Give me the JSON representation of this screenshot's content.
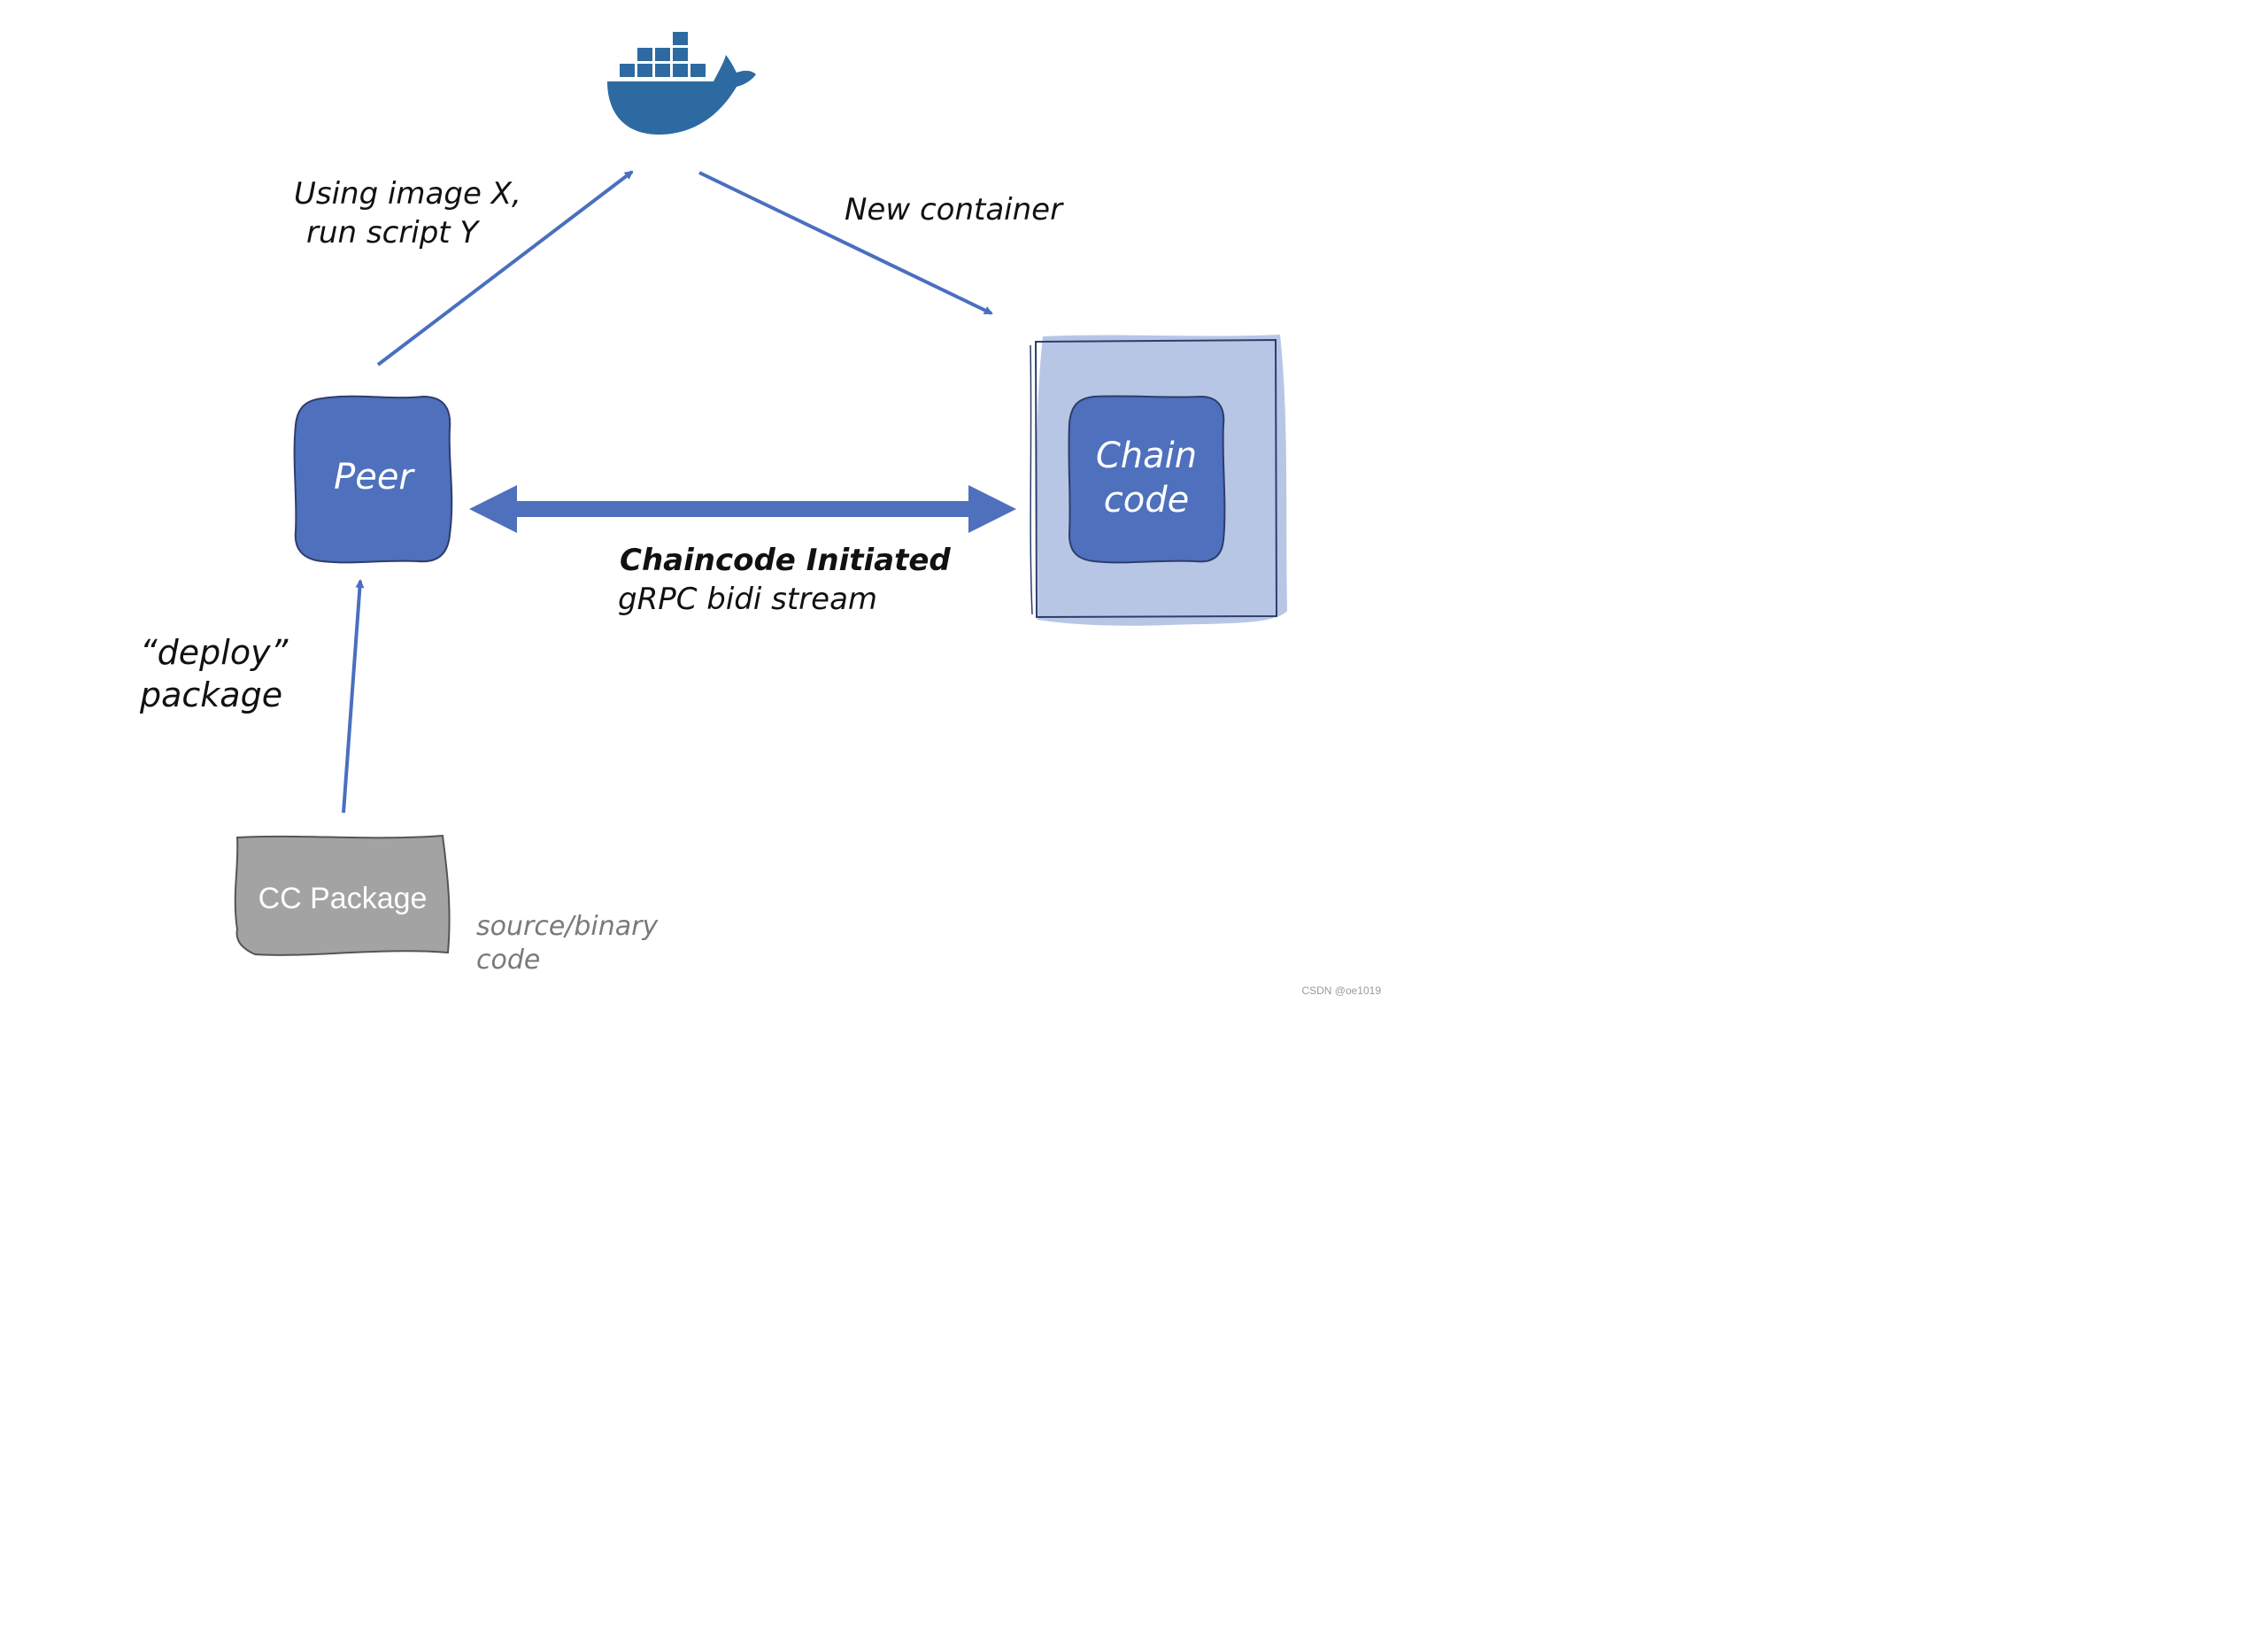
{
  "nodes": {
    "docker": {
      "icon": "docker-whale-icon"
    },
    "peer": {
      "label": "Peer"
    },
    "chaincode": {
      "label_line1": "Chain",
      "label_line2": "code"
    },
    "cc_package": {
      "label": "CC Package",
      "note_line1": "source/binary",
      "note_line2": "code"
    }
  },
  "edges": {
    "peer_to_docker": {
      "label_line1": "Using image X,",
      "label_line2": "run script Y"
    },
    "docker_to_chaincode": {
      "label": "New container"
    },
    "peer_chaincode_stream": {
      "label_line1": "Chaincode Initiated",
      "label_line2": "gRPC bidi stream"
    },
    "package_to_peer": {
      "label_line1": "“deploy”",
      "label_line2": "package"
    }
  },
  "watermark": "CSDN @oe1019",
  "colors": {
    "node_blue": "#4e70bd",
    "node_outline": "#2e3d6b",
    "container_fill": "#b8c6e6",
    "arrow_blue": "#4a6fbf",
    "docker_blue": "#2d6aa1",
    "package_grey": "#a3a3a3"
  }
}
